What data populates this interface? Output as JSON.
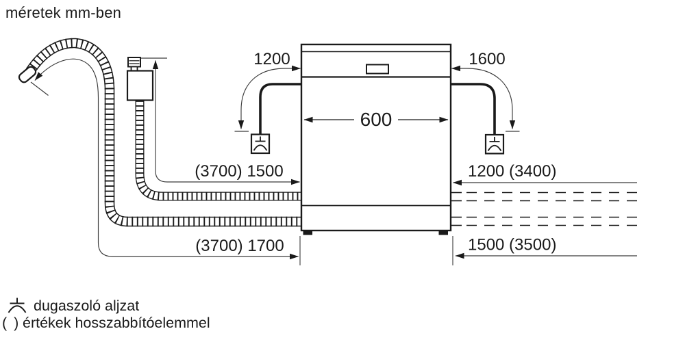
{
  "title": "méretek mm-ben",
  "colors": {
    "ink": "#1a1a1a",
    "background": "#ffffff"
  },
  "diagram": {
    "appliance_width": "600",
    "left_cable_length": "1200",
    "right_cable_length": "1600",
    "supply_hose_length": "(3700) 1500",
    "drain_hose_length": "(3700) 1700",
    "right_supply_extension": "1200 (3400)",
    "right_drain_extension": "1500 (3500)"
  },
  "legend": {
    "socket_label": "dugaszoló aljzat",
    "paren_symbol": "( )",
    "paren_label": "értékek hosszabbítóelemmel"
  }
}
